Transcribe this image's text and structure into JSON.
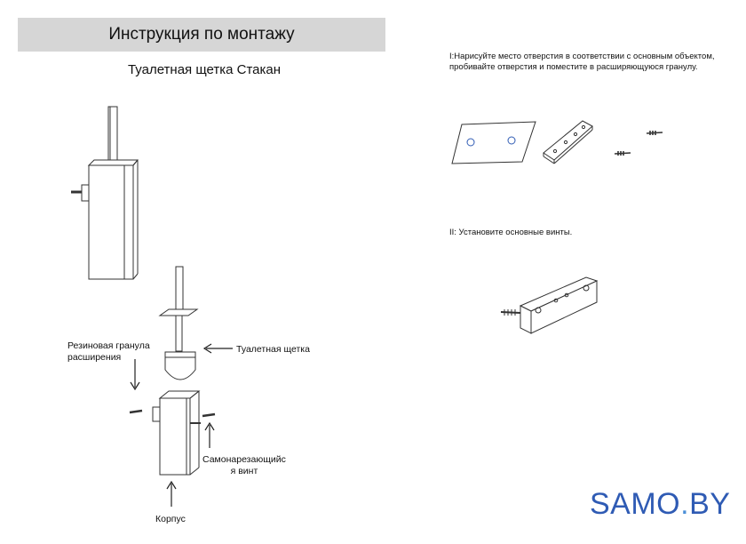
{
  "header": {
    "title": "Инструкция по монтажу",
    "subtitle": "Туалетная щетка Стакан"
  },
  "steps": [
    {
      "line1": "I:Нарисуйте место отверстия в соответствии с основным объектом,",
      "line2": "пробивайте отверстия и поместите в расширяющуюся гранулу."
    },
    {
      "line1": "II: Установите основные винты."
    }
  ],
  "labels": {
    "rubber_line1": "Резиновая гранула",
    "rubber_line2": "расширения",
    "brush": "Туалетная щетка",
    "screw_line1": "Самонарезающийс",
    "screw_line2": "я винт",
    "body": "Корпус"
  },
  "brand": {
    "part1": "SAMO",
    "part2": ".",
    "part3": "BY",
    "color": "#2f5bb4"
  }
}
